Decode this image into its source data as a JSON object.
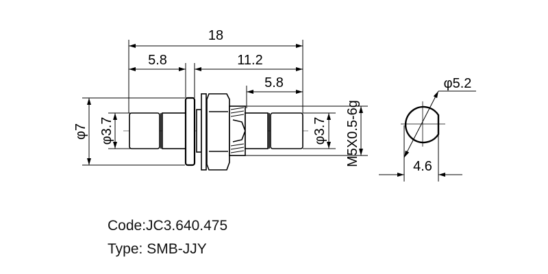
{
  "drawing": {
    "dimensions": {
      "overall_length": "18",
      "left_length": "5.8",
      "right_length": "11.2",
      "right_connector_length": "5.8",
      "flange_diameter": "φ7",
      "left_inner_diameter": "φ3.7",
      "right_inner_diameter": "φ3.7",
      "thread_spec": "M5X0.5-6g",
      "panel_hole_diameter": "φ5.2",
      "panel_hole_flat": "4.6"
    }
  },
  "caption": {
    "code": "Code:JC3.640.475",
    "type": "Type: SMB-JJY"
  }
}
